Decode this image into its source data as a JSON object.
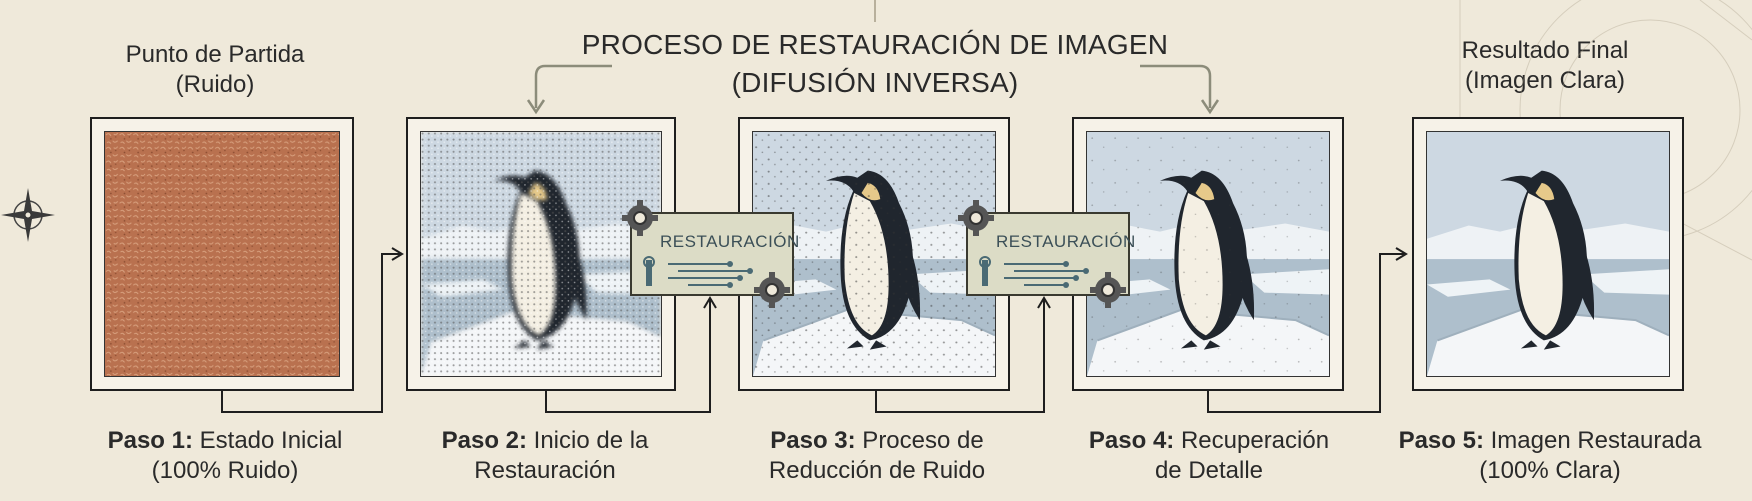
{
  "header": {
    "title_line1": "PROCESO DE RESTAURACIÓN DE IMAGEN",
    "title_line2": "(DIFUSIÓN INVERSA)"
  },
  "start_label": {
    "line1": "Punto de Partida",
    "line2": "(Ruido)"
  },
  "end_label": {
    "line1": "Resultado Final",
    "line2": "(Imagen Clara)"
  },
  "restoration_boxes": [
    {
      "label": "RESTAURACIÓN"
    },
    {
      "label": "RESTAURACIÓN"
    }
  ],
  "steps": [
    {
      "bold": "Paso 1:",
      "line1": " Estado Inicial",
      "line2": "(100% Ruido)"
    },
    {
      "bold": "Paso 2:",
      "line1": " Inicio de la",
      "line2": "Restauración"
    },
    {
      "bold": "Paso 3:",
      "line1": " Proceso de",
      "line2": "Reducción de Ruido"
    },
    {
      "bold": "Paso 4:",
      "line1": " Recuperación",
      "line2": "de Detalle"
    },
    {
      "bold": "Paso 5:",
      "line1": " Imagen Restaurada",
      "line2": "(100% Clara)"
    }
  ],
  "icons": [
    "compass-rose-icon",
    "gear-icon",
    "wrench-circuit-icon",
    "arrow-icon"
  ],
  "colors": {
    "background": "#efe9da",
    "noise": "#b9714f",
    "ice": "#e9eef2",
    "penguin_dark": "#20262e",
    "penguin_yellow": "#e6c98a",
    "arrow": "#8c8c7a"
  }
}
